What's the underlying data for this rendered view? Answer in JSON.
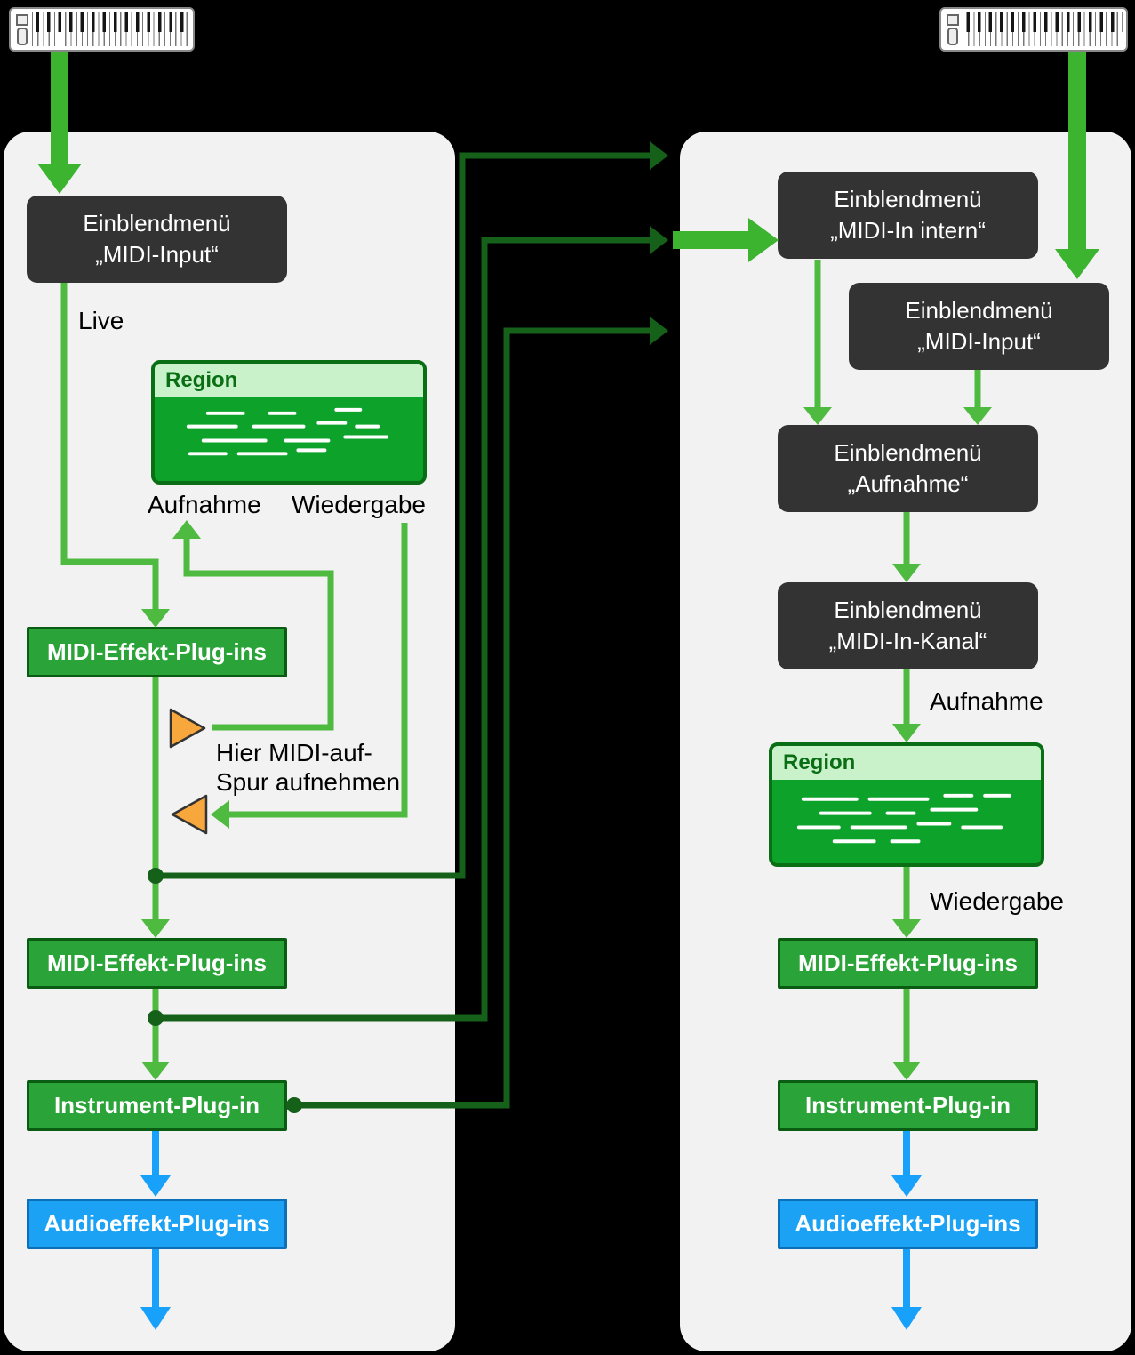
{
  "colors": {
    "background": "#000000",
    "panel": "#f2f2f3",
    "dark_box": "#333333",
    "green_box": "#2aa338",
    "green_box_border": "#0a5c12",
    "blue_box": "#1ba2f5",
    "bright_arrow": "#3cb42f",
    "light_line": "#4fba40",
    "dark_line": "#16611a",
    "blue_arrow": "#18a1fb",
    "region_header_bg": "#c9f2cb",
    "region_body": "#0da32b",
    "region_border": "#0a6e14",
    "orange_marker": "#f7a73c"
  },
  "left_panel": {
    "midi_input_menu": "Einblendmenü\n„MIDI-Input“",
    "live_label": "Live",
    "region_title": "Region",
    "aufnahme_label": "Aufnahme",
    "wiedergabe_label": "Wiedergabe",
    "midi_effect_plugins_top": "MIDI-Effekt-Plug-ins",
    "record_here_note": "Hier MIDI-auf-\nSpur aufnehmen",
    "midi_effect_plugins_bottom": "MIDI-Effekt-Plug-ins",
    "instrument_plugin": "Instrument-Plug-in",
    "audio_effect_plugins": "Audioeffekt-Plug-ins"
  },
  "right_panel": {
    "midi_in_intern_menu": "Einblendmenü\n„MIDI-In intern“",
    "midi_input_menu": "Einblendmenü\n„MIDI-Input“",
    "aufnahme_menu": "Einblendmenü\n„Aufnahme“",
    "midi_in_kanal_menu": "Einblendmenü\n„MIDI-In-Kanal“",
    "aufnahme_label": "Aufnahme",
    "region_title": "Region",
    "wiedergabe_label": "Wiedergabe",
    "midi_effect_plugins": "MIDI-Effekt-Plug-ins",
    "instrument_plugin": "Instrument-Plug-in",
    "audio_effect_plugins": "Audioeffekt-Plug-ins"
  }
}
